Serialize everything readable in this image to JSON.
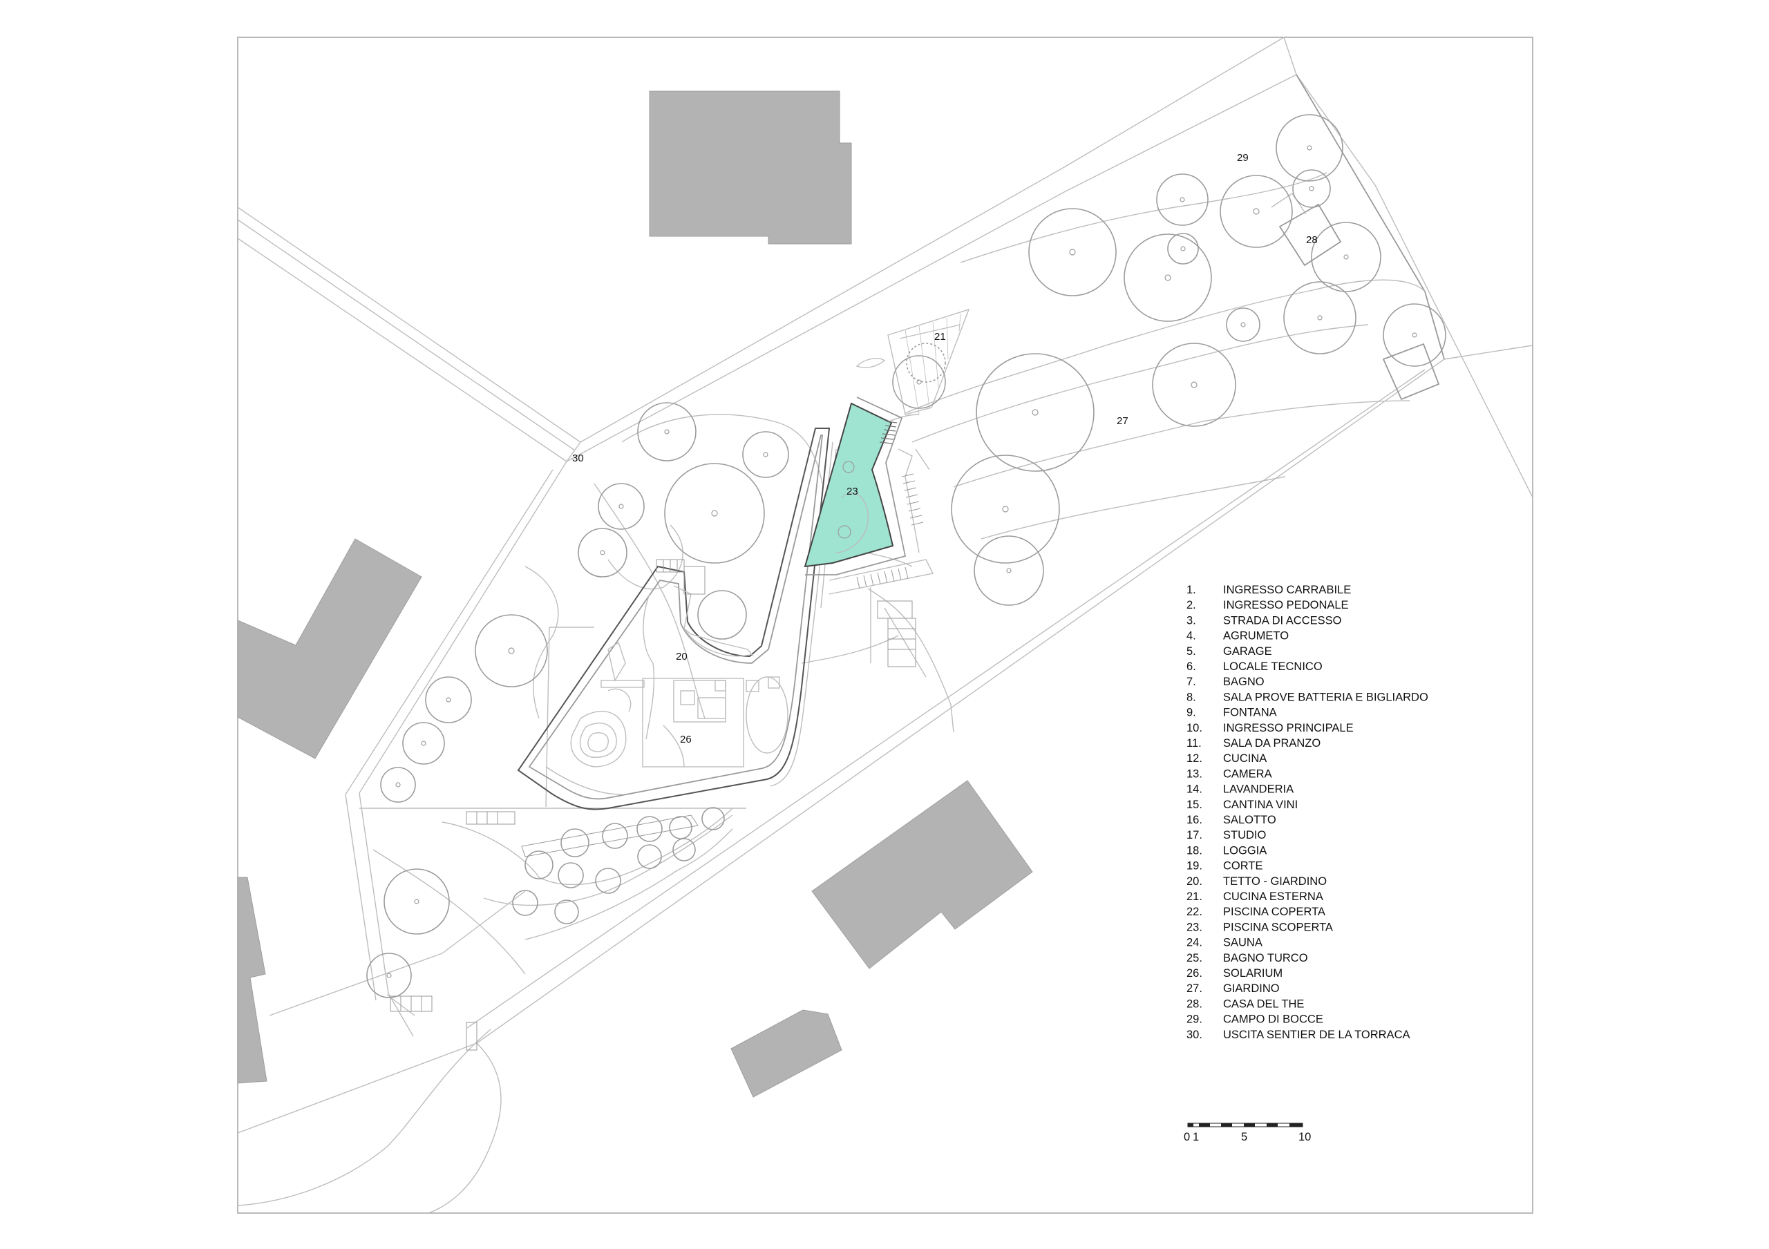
{
  "colors": {
    "pool": "#9fe3d1",
    "building": "#b3b3b3",
    "line": "#bdbdbd"
  },
  "plan_labels": [
    {
      "id": "20",
      "text": "20"
    },
    {
      "id": "21",
      "text": "21"
    },
    {
      "id": "23",
      "text": "23"
    },
    {
      "id": "26",
      "text": "26"
    },
    {
      "id": "27",
      "text": "27"
    },
    {
      "id": "28",
      "text": "28"
    },
    {
      "id": "29",
      "text": "29"
    },
    {
      "id": "30",
      "text": "30"
    }
  ],
  "legend": [
    {
      "num": "1.",
      "label": "INGRESSO CARRABILE"
    },
    {
      "num": "2.",
      "label": "INGRESSO PEDONALE"
    },
    {
      "num": "3.",
      "label": "STRADA DI ACCESSO"
    },
    {
      "num": "4.",
      "label": "AGRUMETO"
    },
    {
      "num": "5.",
      "label": "GARAGE"
    },
    {
      "num": "6.",
      "label": "LOCALE TECNICO"
    },
    {
      "num": "7.",
      "label": "BAGNO"
    },
    {
      "num": "8.",
      "label": "SALA PROVE BATTERIA E BIGLIARDO"
    },
    {
      "num": "9.",
      "label": "FONTANA"
    },
    {
      "num": "10.",
      "label": "INGRESSO PRINCIPALE"
    },
    {
      "num": "11.",
      "label": "SALA DA PRANZO"
    },
    {
      "num": "12.",
      "label": "CUCINA"
    },
    {
      "num": "13.",
      "label": "CAMERA"
    },
    {
      "num": "14.",
      "label": "LAVANDERIA"
    },
    {
      "num": "15.",
      "label": "CANTINA VINI"
    },
    {
      "num": "16.",
      "label": "SALOTTO"
    },
    {
      "num": "17.",
      "label": "STUDIO"
    },
    {
      "num": "18.",
      "label": "LOGGIA"
    },
    {
      "num": "19.",
      "label": "CORTE"
    },
    {
      "num": "20.",
      "label": "TETTO - GIARDINO"
    },
    {
      "num": "21.",
      "label": "CUCINA ESTERNA"
    },
    {
      "num": "22.",
      "label": "PISCINA COPERTA"
    },
    {
      "num": "23.",
      "label": "PISCINA SCOPERTA"
    },
    {
      "num": "24.",
      "label": "SAUNA"
    },
    {
      "num": "25.",
      "label": "BAGNO TURCO"
    },
    {
      "num": "26.",
      "label": "SOLARIUM"
    },
    {
      "num": "27.",
      "label": "GIARDINO"
    },
    {
      "num": "28.",
      "label": "CASA DEL THE"
    },
    {
      "num": "29.",
      "label": "CAMPO DI BOCCE"
    },
    {
      "num": "30.",
      "label": "USCITA SENTIER DE LA TORRACA"
    }
  ],
  "scale_bar": {
    "ticks": [
      "0",
      "1",
      "5",
      "10"
    ]
  }
}
